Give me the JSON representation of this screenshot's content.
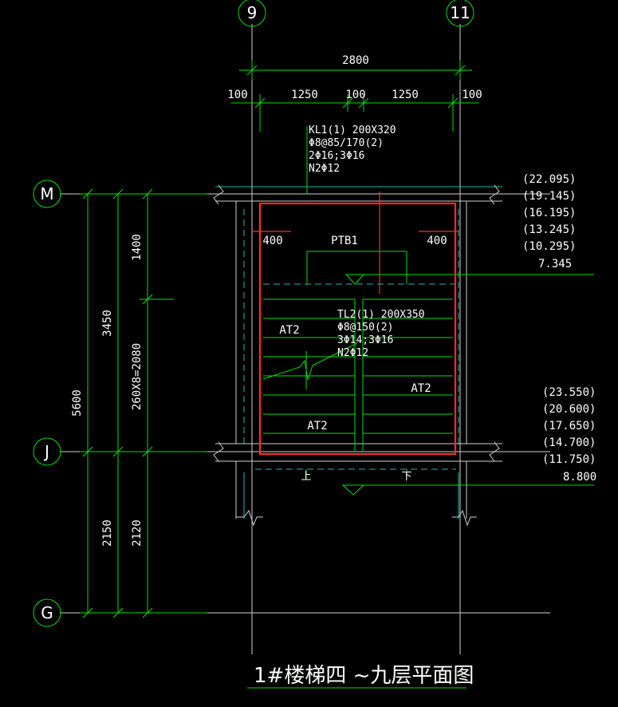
{
  "axes": {
    "col_left": "9",
    "col_right": "11",
    "row_top": "M",
    "row_mid": "J",
    "row_bottom": "G"
  },
  "dims_top": {
    "overall": "2800",
    "seg_a": "100",
    "seg_b": "1250",
    "seg_c": "100",
    "seg_d": "1250",
    "seg_e": "100"
  },
  "dims_left": {
    "total": "5600",
    "upper": "3450",
    "lower": "2150",
    "landing": "1400",
    "flight": "260X8=2080",
    "bottom": "2120"
  },
  "beam_kl": {
    "line1": "KL1(1) 200X320",
    "line2": "Φ8@85/170(2)",
    "line3": "2Φ16;3Φ16",
    "line4": "N2Φ12"
  },
  "beam_tl": {
    "line1": "TL2(1) 200X350",
    "line2": "Φ8@150(2)",
    "line3": "3Φ14;3Φ16",
    "line4": "N2Φ12"
  },
  "labels": {
    "slab": "PTB1",
    "dim_left_400": "400",
    "dim_right_400": "400",
    "flight_left": "AT2",
    "flight_right": "AT2",
    "flight_bottom": "AT2",
    "up": "上",
    "down": "下"
  },
  "elevations_upper": [
    "(22.095)",
    "(19.145)",
    "(16.195)",
    "(13.245)",
    "(10.295)",
    "7.345"
  ],
  "elevations_lower": [
    "(23.550)",
    "(20.600)",
    "(17.650)",
    "(14.700)",
    "(11.750)",
    "8.800"
  ],
  "title": "1#楼梯四 ~九层平面图",
  "colors": {
    "background": "#000000",
    "green_line": "#00e000",
    "red_outline": "#ff2a2a",
    "cyan_line": "#2ab3b3",
    "white_text": "#ffffff"
  }
}
